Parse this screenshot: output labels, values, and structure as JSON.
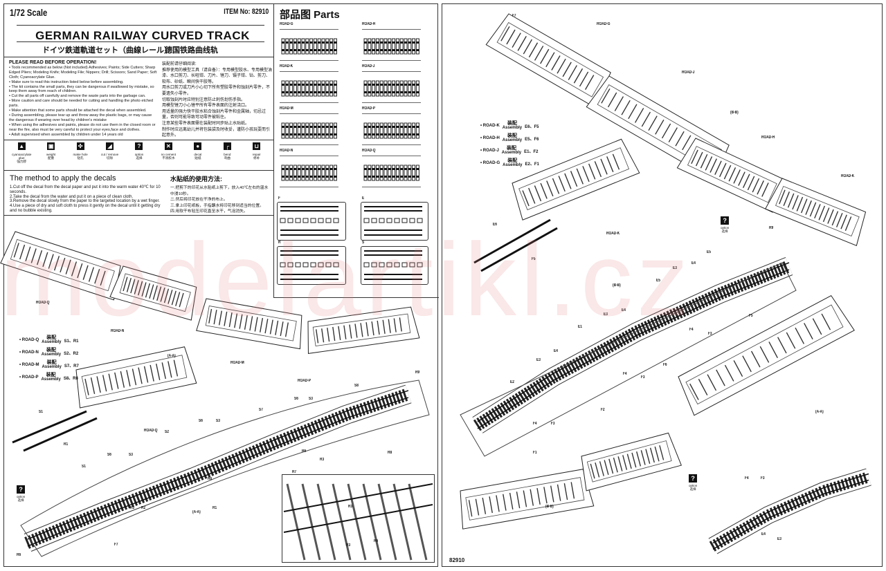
{
  "header": {
    "scale": "1/72 Scale",
    "item_no": "ITEM No: 82910",
    "title": "GERMAN RAILWAY CURVED TRACK",
    "title_jp": "ドイツ鉄道軌道セット（曲線レール）",
    "title_cn": "德国铁路曲线轨"
  },
  "warnings": {
    "heading": "PLEASE READ BEFORE OPERATION!",
    "items": [
      "Tools recommended as below (Not included) Adhesives; Paints; Side Cutters; Sharp Edged Pliers; Modeling Knife; Modeling File; Nippers; Drill; Scissors; Sand Paper; Soft Cloth; Cyanoacrylate Glue.",
      "Make sure to read this instruction listed below before assembling.",
      "The kit contains the small parts, they can be dangerous if swallowed by mistake, so keep them away from reach of children.",
      "Cut the all parts off carefully and remove the waste parts into the garbage can.",
      "More caution and care should be needed for cutting and handling the photo etched parts.",
      "Make attention that some parts should be attached the decal when assembled.",
      "During assembling, please tear up and throw away the plastic bags, or may cause the dangerous if wearing over head by children's mistake",
      "When using the adhesives and paints, please do not use them in the closed room or near the fire, also must be very careful to protect your eyes,face and clothes.",
      "Adult supervised when assembled by children under 14 years old"
    ],
    "heading_cn": "装配前请仔细阅读:",
    "items_cn": [
      "推荐使用的模型工具（请自备）：专用模型胶水、专用模型油漆、水口剪刀、长咀钳、刀片、锉刀、镊子钳、钻、剪刀、软布、砂纸、瞬间快干胶等。",
      "用水口剪刀或刀片小心切下所有塑胶零件和蚀刻片零件，不要遗失小零件。",
      "切取蚀刻片时应特别注意防止刺伤划伤手指。",
      "用模型锉刀小心锉平所有零件表面的注射浇口。",
      "用适量的强力快干胶水粘合蚀刻片零件和金属轴，切忌过量，否则可能导致可动零件被粘住。",
      "注意某些零件表面需在装配时同步贴上水贴纸。",
      "制作时应远离幼儿并将包装袋及时收妥，谨防小孩玩耍而引起意外。"
    ]
  },
  "icons": [
    {
      "name": "cyanoacrylate glue",
      "cn": "強力膠",
      "glyph": "▲"
    },
    {
      "name": "weight",
      "cn": "配重",
      "glyph": "▣"
    },
    {
      "name": "make hole",
      "cn": "钻孔",
      "glyph": "✣"
    },
    {
      "name": "cut / remove",
      "cn": "切除",
      "glyph": "◢"
    },
    {
      "name": "option",
      "cn": "选择",
      "glyph": "?"
    },
    {
      "name": "no cement",
      "cn": "不涂胶水",
      "glyph": "✕"
    },
    {
      "name": "decal",
      "cn": "贴纸",
      "glyph": "●"
    },
    {
      "name": "bend",
      "cn": "弯曲",
      "glyph": "┌"
    },
    {
      "name": "repair",
      "cn": "修补",
      "glyph": "⊔"
    }
  ],
  "decals": {
    "heading": "The method to apply the decals",
    "steps": [
      "1.Cut off the decal from the decal paper and put it into the warm water 40℃ for 10 seconds.",
      "2.Take the decal from the water and put it on a piece of clean cloth.",
      "3.Remove the decal slowly from the paper to the targeted location by a wet finger.",
      "4.Use a piece of dry and soft cloth to press it gently on the decal until it getting dry and no bubble existing."
    ],
    "heading_cn": "水贴纸的使用方法:",
    "steps_cn": [
      "一.把剪下的印花从水贴纸上剪下，放入40℃左右的温水中浸10秒。",
      "二.然后将印花放在干净的布上。",
      "三.拿上印花纸板，手指蘸水将印花移到适当的位置。",
      "四.用软干布轻压印花直至水干，气泡消失。"
    ]
  },
  "parts": {
    "title": "部品图 Parts",
    "roads": [
      "ROAD-G",
      "ROAD-H",
      "ROAD-K",
      "ROAD-J",
      "ROAD-M",
      "ROAD-P",
      "ROAD-N",
      "ROAD-Q"
    ],
    "sprues": [
      "F",
      "E",
      "R",
      "S"
    ]
  },
  "left_assembly": [
    {
      "road": "ROAD-Q",
      "asm_cn": "装配",
      "asm": "Assembly",
      "parts": "S1、R1"
    },
    {
      "road": "ROAD-N",
      "asm_cn": "装配",
      "asm": "Assembly",
      "parts": "S2、R2"
    },
    {
      "road": "ROAD-M",
      "asm_cn": "装配",
      "asm": "Assembly",
      "parts": "S7、R7"
    },
    {
      "road": "ROAD-P",
      "asm_cn": "装配",
      "asm": "Assembly",
      "parts": "S8、R8"
    }
  ],
  "right_assembly": [
    {
      "road": "ROAD-K",
      "asm_cn": "装配",
      "asm": "Assembly",
      "parts": "E6、F5"
    },
    {
      "road": "ROAD-H",
      "asm_cn": "装配",
      "asm": "Assembly",
      "parts": "E5、F6"
    },
    {
      "road": "ROAD-J",
      "asm_cn": "装配",
      "asm": "Assembly",
      "parts": "E1、F2"
    },
    {
      "road": "ROAD-G",
      "asm_cn": "装配",
      "asm": "Assembly",
      "parts": "E2、F1"
    }
  ],
  "option": {
    "en": "option",
    "cn": "选择"
  },
  "left_labels": [
    "ROAD-Q",
    "ROAD-N",
    "ROAD-M",
    "ROAD-P",
    "R9",
    "(A-A)",
    "ROAD-Q",
    "S1",
    "R1",
    "S2",
    "S6",
    "S3",
    "S7",
    "S6",
    "S3",
    "S8",
    "R6",
    "R3",
    "R8",
    "R7",
    "S1",
    "S6",
    "S3",
    "R6",
    "R3",
    "R2",
    "(A-A)",
    "R1",
    "F7",
    "R6",
    "R3",
    "R6",
    "R3"
  ],
  "right_labels": [
    "F7",
    "ROAD-G",
    "ROAD-J",
    "(B-B)",
    "ROAD-H",
    "ROAD-K",
    "E6",
    "F5",
    "ROAD-K",
    "R9",
    "E3",
    "E4",
    "E5",
    "(B-B)",
    "E5",
    "E4",
    "E3",
    "E1",
    "F4",
    "F3",
    "F5",
    "E4",
    "F6",
    "E3",
    "F4",
    "F3",
    "E2",
    "F2",
    "F4",
    "F3",
    "F1",
    "(A-A)",
    "(B-B)",
    "F4",
    "F3",
    "E4",
    "E3"
  ],
  "footer": "82910",
  "watermark": "modelartikl.cz"
}
